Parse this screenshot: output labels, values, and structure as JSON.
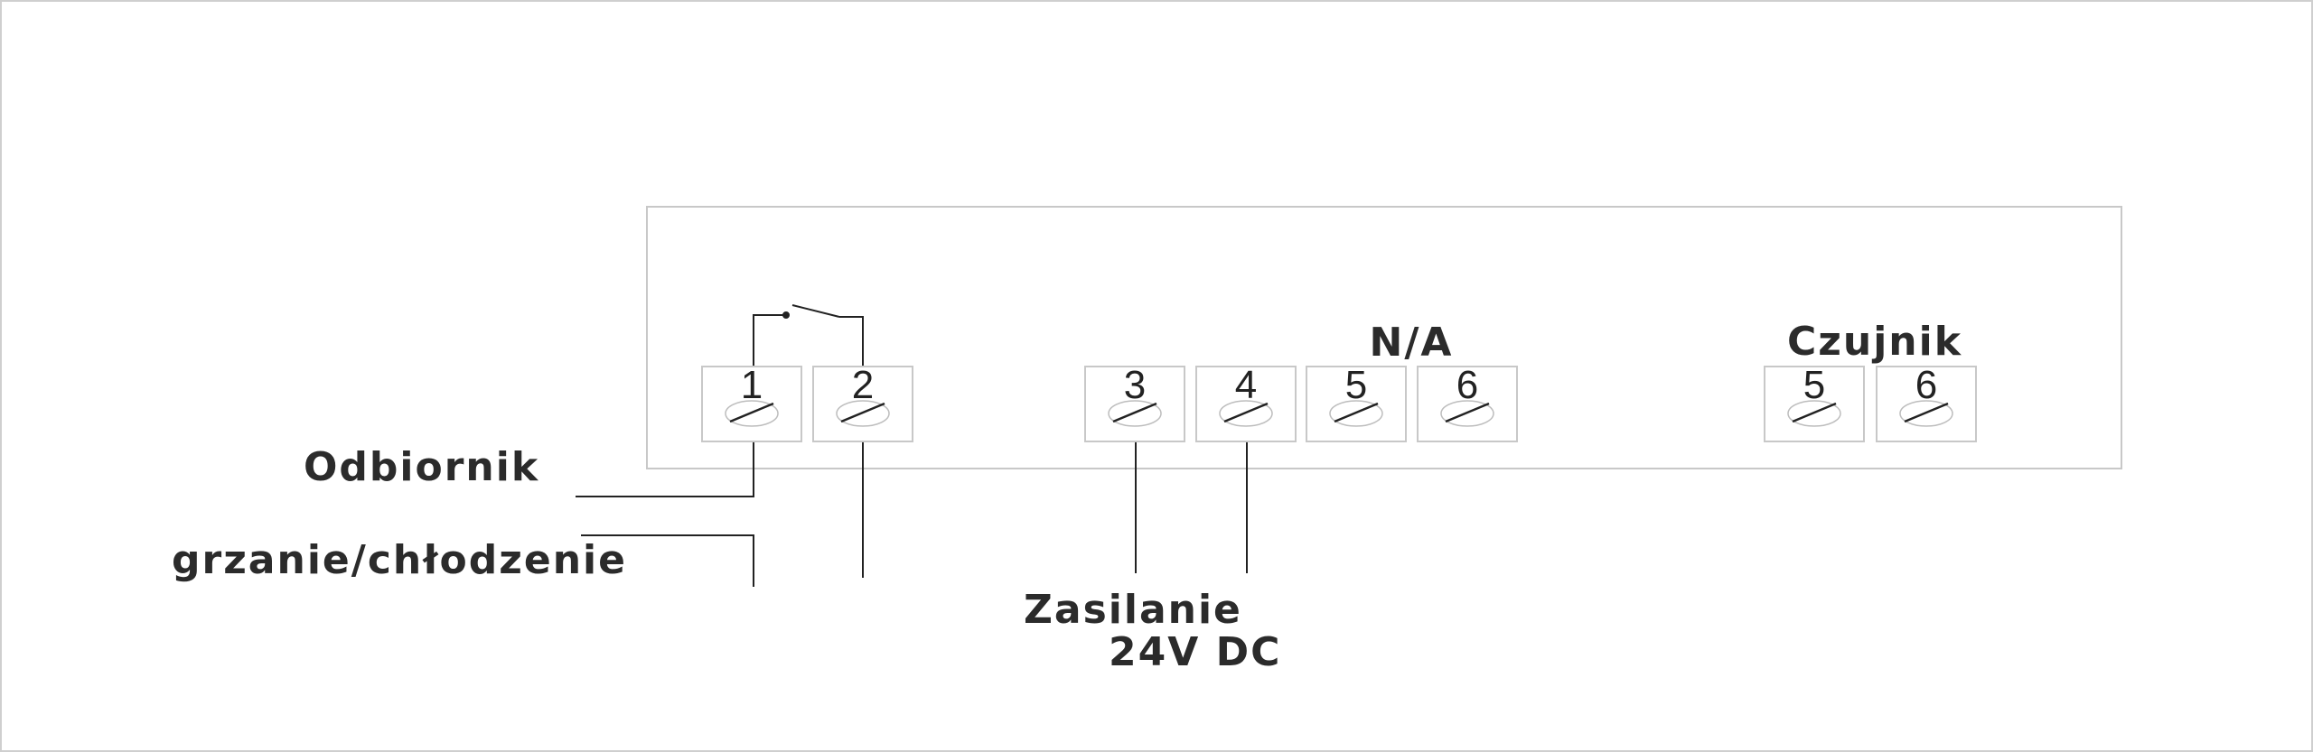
{
  "labels": {
    "na": "N/A",
    "sensor": "Czujnik",
    "load": "Odbiornik",
    "mode": "grzanie/chłodzenie",
    "power": "Zasilanie",
    "voltage": "24V DC"
  },
  "terminals": [
    {
      "id": "t1",
      "number": "1"
    },
    {
      "id": "t2",
      "number": "2"
    },
    {
      "id": "t3",
      "number": "3"
    },
    {
      "id": "t4",
      "number": "4"
    },
    {
      "id": "t5",
      "number": "5"
    },
    {
      "id": "t6",
      "number": "6"
    },
    {
      "id": "s5",
      "number": "5"
    },
    {
      "id": "s6",
      "number": "6"
    }
  ],
  "colors": {
    "stroke": "#222222",
    "box": "#c8c8c8",
    "text": "#2b2b2b"
  }
}
